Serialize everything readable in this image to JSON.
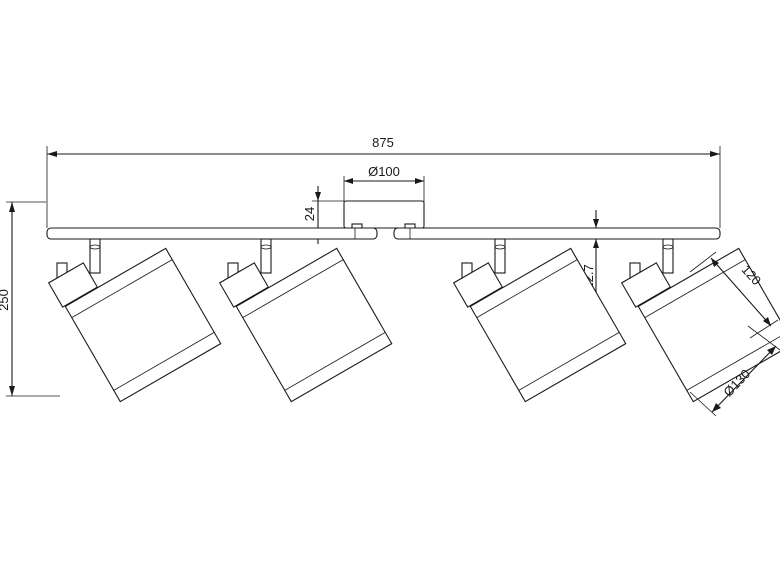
{
  "dimensions": {
    "overall_length": "875",
    "canopy_diameter": "Ø100",
    "canopy_height": "24",
    "total_height": "250",
    "rod_diameter": "Ø12.7",
    "shade_length": "120",
    "shade_diameter": "Ø130"
  },
  "colors": {
    "line": "#1a1a1a",
    "background": "#ffffff"
  }
}
